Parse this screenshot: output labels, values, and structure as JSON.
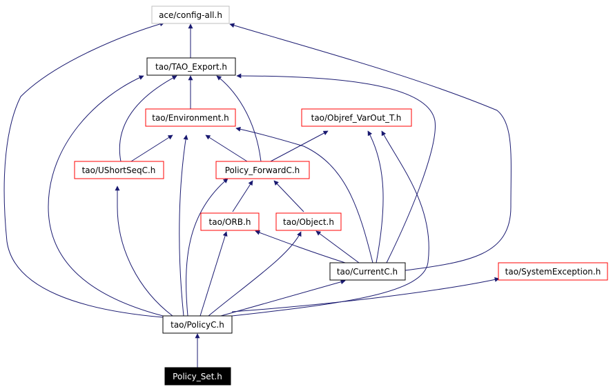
{
  "diagram": {
    "colors": {
      "edge": "#191970",
      "border_black": "#000000",
      "border_red": "#ff0000",
      "border_gray": "#bfbfbf",
      "selected_fill": "#000000",
      "selected_text": "#ffffff"
    },
    "nodes": [
      {
        "id": "ace_config_all",
        "label": "ace/config-all.h",
        "style": "gray"
      },
      {
        "id": "tao_export",
        "label": "tao/TAO_Export.h",
        "style": "black"
      },
      {
        "id": "environment",
        "label": "tao/Environment.h",
        "style": "red"
      },
      {
        "id": "objref_varout",
        "label": "tao/Objref_VarOut_T.h",
        "style": "red"
      },
      {
        "id": "ushortseqc",
        "label": "tao/UShortSeqC.h",
        "style": "red"
      },
      {
        "id": "policy_forwardc",
        "label": "Policy_ForwardC.h",
        "style": "red"
      },
      {
        "id": "orb",
        "label": "tao/ORB.h",
        "style": "red"
      },
      {
        "id": "object",
        "label": "tao/Object.h",
        "style": "red"
      },
      {
        "id": "currentc",
        "label": "tao/CurrentC.h",
        "style": "black"
      },
      {
        "id": "systemexception",
        "label": "tao/SystemException.h",
        "style": "red"
      },
      {
        "id": "policyc",
        "label": "tao/PolicyC.h",
        "style": "black"
      },
      {
        "id": "policy_set",
        "label": "Policy_Set.h",
        "style": "selected"
      }
    ]
  }
}
